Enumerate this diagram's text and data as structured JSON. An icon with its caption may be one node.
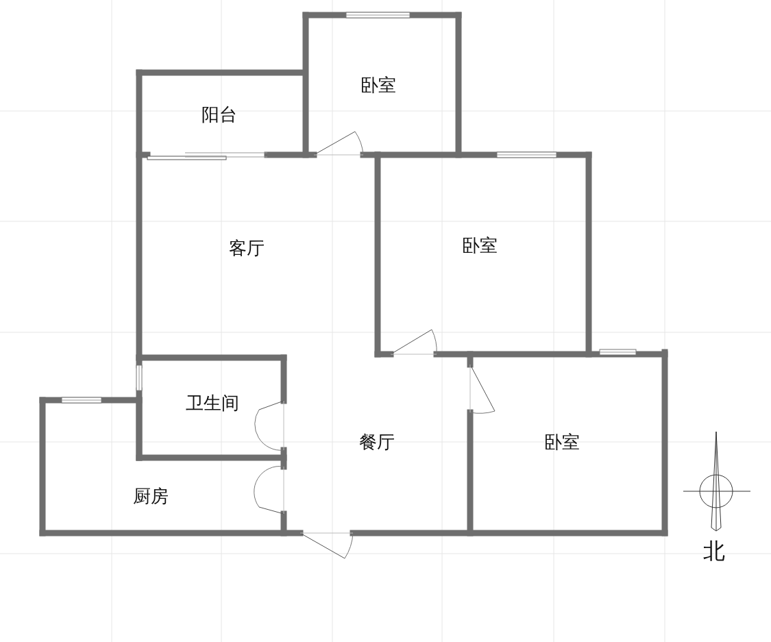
{
  "diagram": {
    "labels": [
      "阳台",
      "卧室",
      "客厅",
      "卧室",
      "卫生间",
      "餐厅",
      "卧室",
      "厨房",
      "北"
    ]
  }
}
